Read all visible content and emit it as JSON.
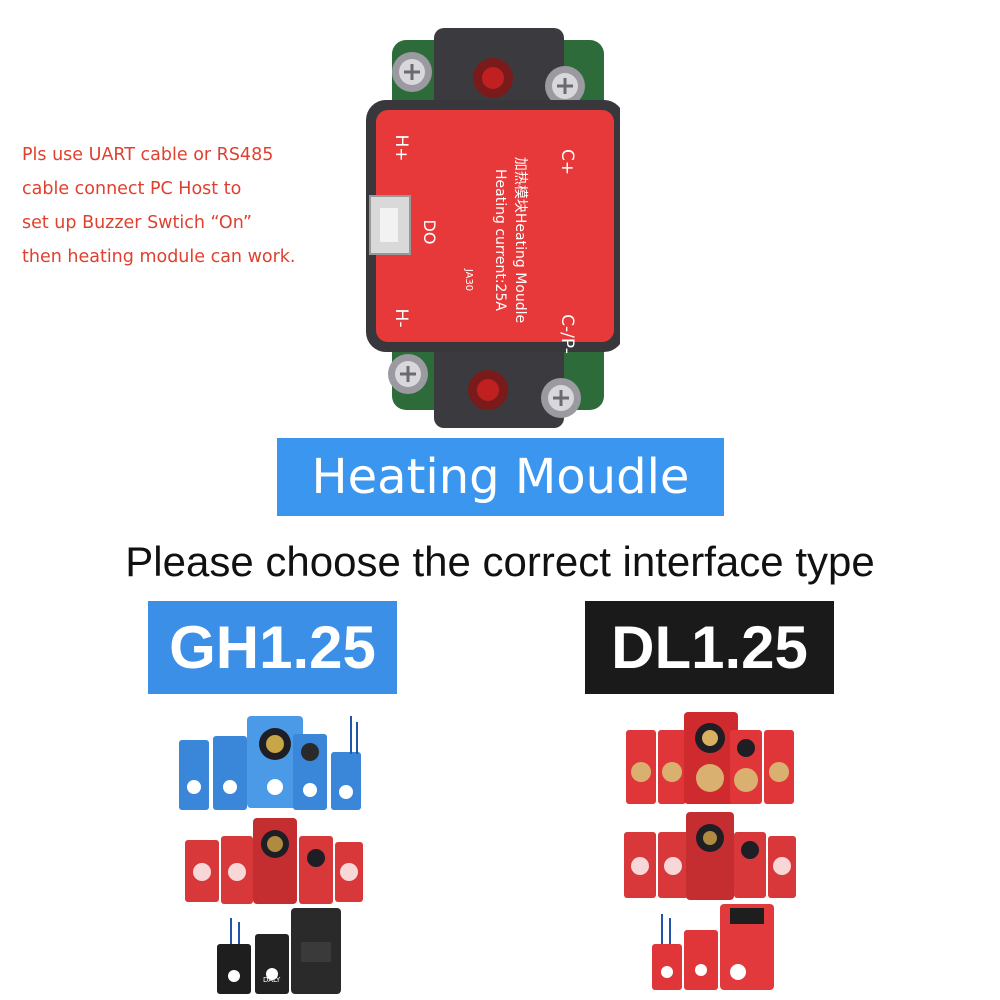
{
  "note": {
    "lines": [
      "Pls use UART cable or RS485",
      "cable connect PC Host to",
      "set up Buzzer Swtich “On”",
      "then heating module can work."
    ]
  },
  "module": {
    "label_c_plus": "C+",
    "label_h_plus": "H+",
    "label_do": "DO",
    "label_h_minus": "H-",
    "label_c_minus": "C-/P-",
    "print_line1": "加热模块Heating Moudle",
    "print_line2": "Heating current:25A",
    "print_line3": "JA30"
  },
  "banner": {
    "text": "Heating Moudle"
  },
  "subtitle": {
    "text": "Please choose the correct interface type"
  },
  "options": {
    "gh": {
      "label": "GH1.25"
    },
    "dl": {
      "label": "DL1.25"
    }
  },
  "boards": {
    "brand": "DALY"
  },
  "colors": {
    "accent_blue": "#3b96ef",
    "note_red": "#e0402f",
    "module_red": "#e8393a",
    "dark_tag": "#1a1a1a"
  }
}
